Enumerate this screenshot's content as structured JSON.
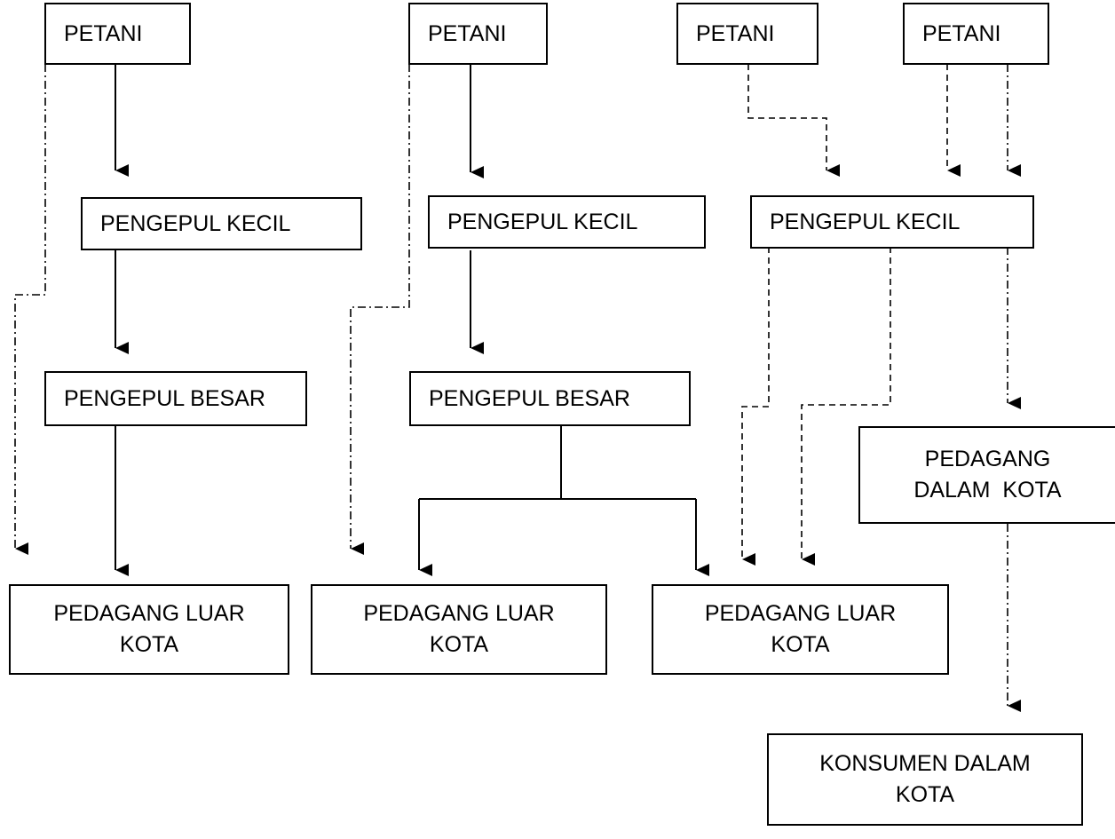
{
  "diagram": {
    "nodes": {
      "petani_1": "PETANI",
      "petani_2": "PETANI",
      "petani_3": "PETANI",
      "petani_4": "PETANI",
      "pengepul_kecil_1": "PENGEPUL KECIL",
      "pengepul_kecil_2": "PENGEPUL KECIL",
      "pengepul_kecil_3": "PENGEPUL KECIL",
      "pengepul_besar_1": "PENGEPUL BESAR",
      "pengepul_besar_2": "PENGEPUL BESAR",
      "pedagang_dalam_kota": [
        "PEDAGANG",
        "DALAM  KOTA"
      ],
      "pedagang_luar_kota_1": [
        "PEDAGANG LUAR",
        "KOTA"
      ],
      "pedagang_luar_kota_2": [
        "PEDAGANG LUAR",
        "KOTA"
      ],
      "pedagang_luar_kota_3": [
        "PEDAGANG LUAR",
        "KOTA"
      ],
      "konsumen_dalam_kota": [
        "KONSUMEN DALAM",
        "KOTA"
      ]
    },
    "edge_styles": {
      "channel_1": "solid",
      "channel_2": "dash-dot",
      "channel_3": "dashed"
    }
  }
}
